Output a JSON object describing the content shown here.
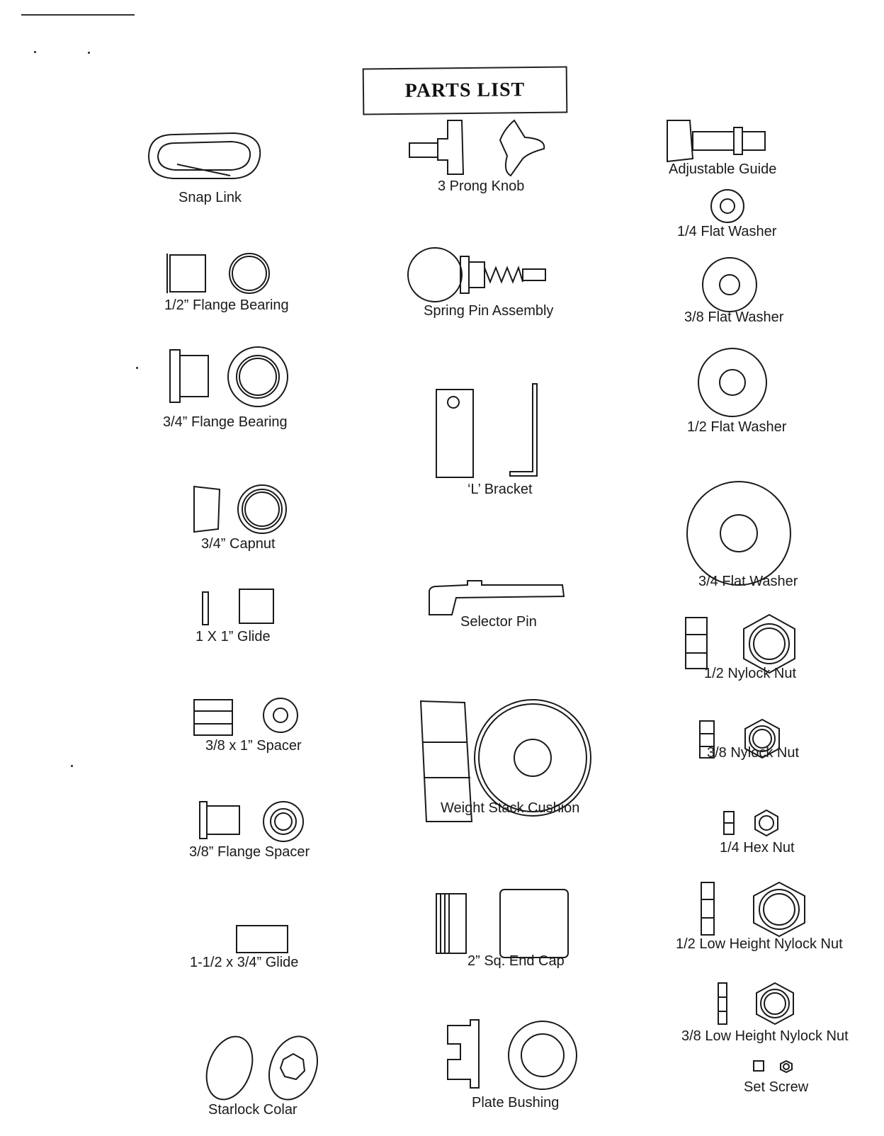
{
  "title": "PARTS LIST",
  "parts": {
    "snap_link": "Snap Link",
    "three_prong_knob": "3 Prong Knob",
    "adjustable_guide": "Adjustable Guide",
    "flat_washer_1_4": "1/4 Flat Washer",
    "flange_bearing_1_2": "1/2” Flange Bearing",
    "spring_pin_assembly": "Spring Pin Assembly",
    "flat_washer_3_8": "3/8 Flat Washer",
    "flange_bearing_3_4": "3/4” Flange Bearing",
    "flat_washer_1_2": "1/2 Flat Washer",
    "l_bracket": "‘L’ Bracket",
    "capnut_3_4": "3/4” Capnut",
    "flat_washer_3_4": "3/4 Flat Washer",
    "glide_1x1": "1 X 1” Glide",
    "selector_pin": "Selector Pin",
    "nylock_nut_1_2": "1/2 Nylock Nut",
    "spacer_3_8x1": "3/8 x 1” Spacer",
    "weight_stack_cushion": "Weight Stack Cushion",
    "nylock_nut_3_8": "3/8 Nylock Nut",
    "flange_spacer_3_8": "3/8” Flange Spacer",
    "hex_nut_1_4": "1/4 Hex Nut",
    "low_height_nylock_1_2": "1/2 Low Height Nylock Nut",
    "glide_1_1_2x3_4": "1-1/2 x 3/4” Glide",
    "end_cap_2_sq": "2” Sq. End Cap",
    "low_height_nylock_3_8": "3/8 Low Height Nylock Nut",
    "set_screw": "Set Screw",
    "starlock_colar": "Starlock Colar",
    "plate_bushing": "Plate Bushing"
  }
}
